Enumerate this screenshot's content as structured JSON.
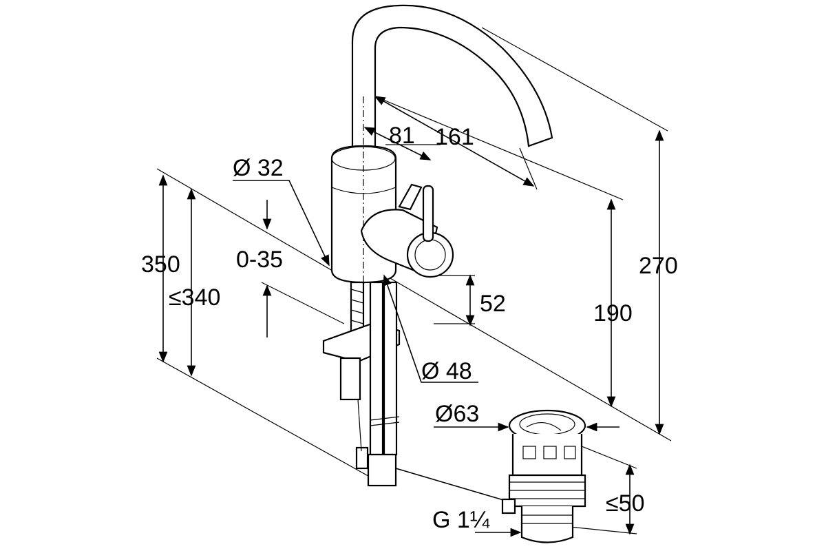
{
  "drawing": {
    "dimensions": {
      "d81": "81",
      "d161": "161",
      "d32": "Ø 32",
      "d0_35": "0-35",
      "d350": "350",
      "d340": "≤340",
      "d52": "52",
      "d48": "Ø 48",
      "d190": "190",
      "d270": "270",
      "d63": "Ø63",
      "d50": "≤50",
      "thread": "G 1¼"
    }
  }
}
